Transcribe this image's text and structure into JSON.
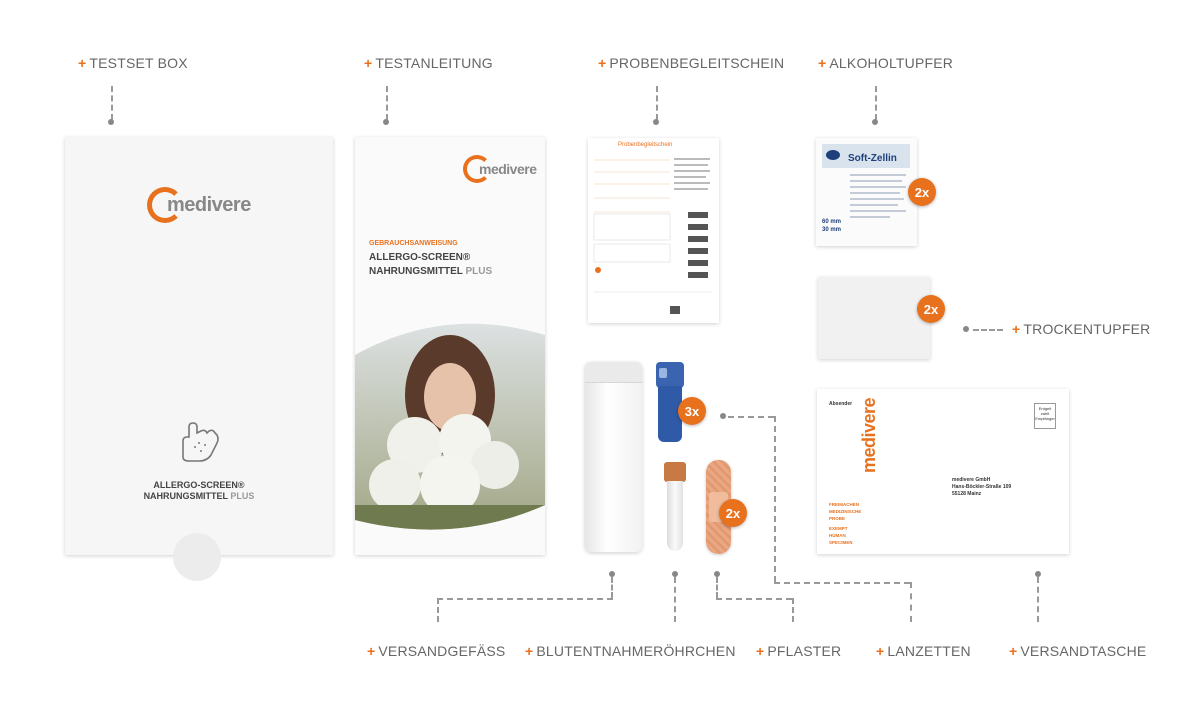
{
  "labels": {
    "testset_box": "TESTSET BOX",
    "testanleitung": "TESTANLEITUNG",
    "probenbegleitschein": "PROBENBEGLEITSCHEIN",
    "alkoholtupfer": "ALKOHOLTUPFER",
    "trockentupfer": "TROCKENTUPFER",
    "versandgefaess": "VERSANDGEFÄSS",
    "blutentnahmeroehrchen": "BLUTENTNAHMERÖHRCHEN",
    "pflaster": "PFLASTER",
    "lanzetten": "LANZETTEN",
    "versandtasche": "VERSANDTASCHE"
  },
  "plus": "+",
  "badges": {
    "alkoholtupfer": "2x",
    "trockentupfer": "2x",
    "lanzetten": "3x",
    "pflaster": "2x"
  },
  "box": {
    "logo": "medivere",
    "product_line1": "ALLERGO-SCREEN®",
    "product_line2_a": "NAHRUNGSMITTEL",
    "product_line2_b": "PLUS"
  },
  "booklet": {
    "logo": "medivere",
    "kicker": "GEBRAUCHSANWEISUNG",
    "title_line1": "ALLERGO-SCREEN®",
    "title_line2_a": "NAHRUNGSMITTEL",
    "title_line2_b": "PLUS"
  },
  "form": {
    "title": "Probenbegleitschein"
  },
  "alcohol_swab": {
    "brand": "Soft-Zellin",
    "size_a": "60 mm",
    "size_b": "30 mm"
  },
  "envelope": {
    "sender": "Absender",
    "stamp": "Entgelt zahlt Empfänger",
    "addr1": "medivere GmbH",
    "addr2": "Hans-Böckler-Straße 109",
    "addr3": "55128 Mainz",
    "logo": "medivere",
    "side1": "FREIMACHEN",
    "side2": "MEDIZINISCHE",
    "side3": "PROBE",
    "side4": "EXEMPT",
    "side5": "HUMAN",
    "side6": "SPECIMEN"
  },
  "colors": {
    "accent": "#e8711e",
    "line": "#999999"
  }
}
